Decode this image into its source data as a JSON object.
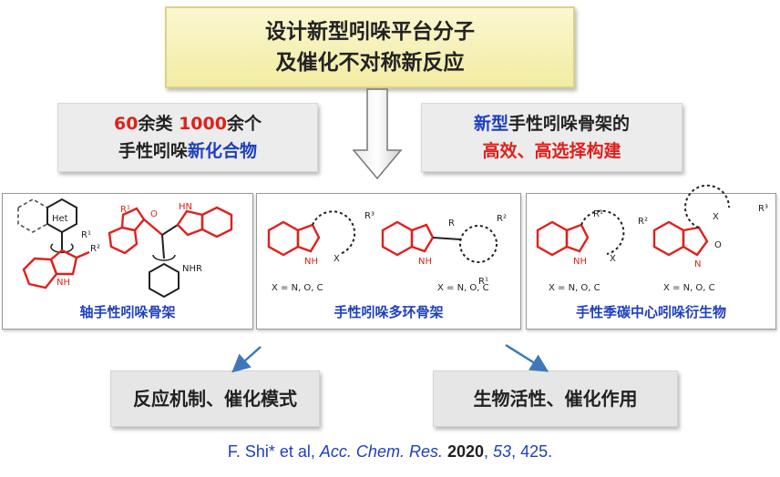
{
  "title": {
    "line1": "设计新型吲哚平台分子",
    "line2": "及催化不对称新反应"
  },
  "left_box": {
    "num1": "60",
    "text1": "余类 ",
    "num2": "1000",
    "text2": "余个",
    "line2a": "手性吲哚",
    "line2b": "新化合物"
  },
  "right_box": {
    "line1a": "新型",
    "line1b": "手性吲哚骨架的",
    "line2": "高效、高选择构建"
  },
  "panels": [
    {
      "caption": "轴手性吲哚骨架",
      "labels": {
        "het": "Het",
        "r1": "R¹",
        "r2": "R²",
        "nh": "NH",
        "r1b": "R¹",
        "nhr": "NHR"
      }
    },
    {
      "caption": "手性吲哚多环骨架",
      "labels": {
        "x1": "X = N, O, C",
        "x2": "X = N, O, C",
        "r3": "R³",
        "r2": "R²",
        "r1": "R¹",
        "r": "R",
        "nh": "NH",
        "x": "X"
      }
    },
    {
      "caption": "手性季碳中心吲哚衍生物",
      "labels": {
        "x1": "X = N, O, C",
        "x2": "X = N, O, C",
        "r1": "R¹",
        "r2": "R²",
        "r3": "R³",
        "nh": "NH",
        "x": "X",
        "o": "O",
        "n": "N"
      }
    }
  ],
  "bottom": {
    "left": "反应机制、催化模式",
    "right": "生物活性、催化作用"
  },
  "citation": {
    "author": "F. Shi* et al,",
    "journal": "Acc. Chem. Res.",
    "year": "2020",
    "volume": "53",
    "pages": ", 425."
  },
  "colors": {
    "red": "#e0201c",
    "blue": "#1e3fbf",
    "title_bg": "#f2eca2"
  }
}
